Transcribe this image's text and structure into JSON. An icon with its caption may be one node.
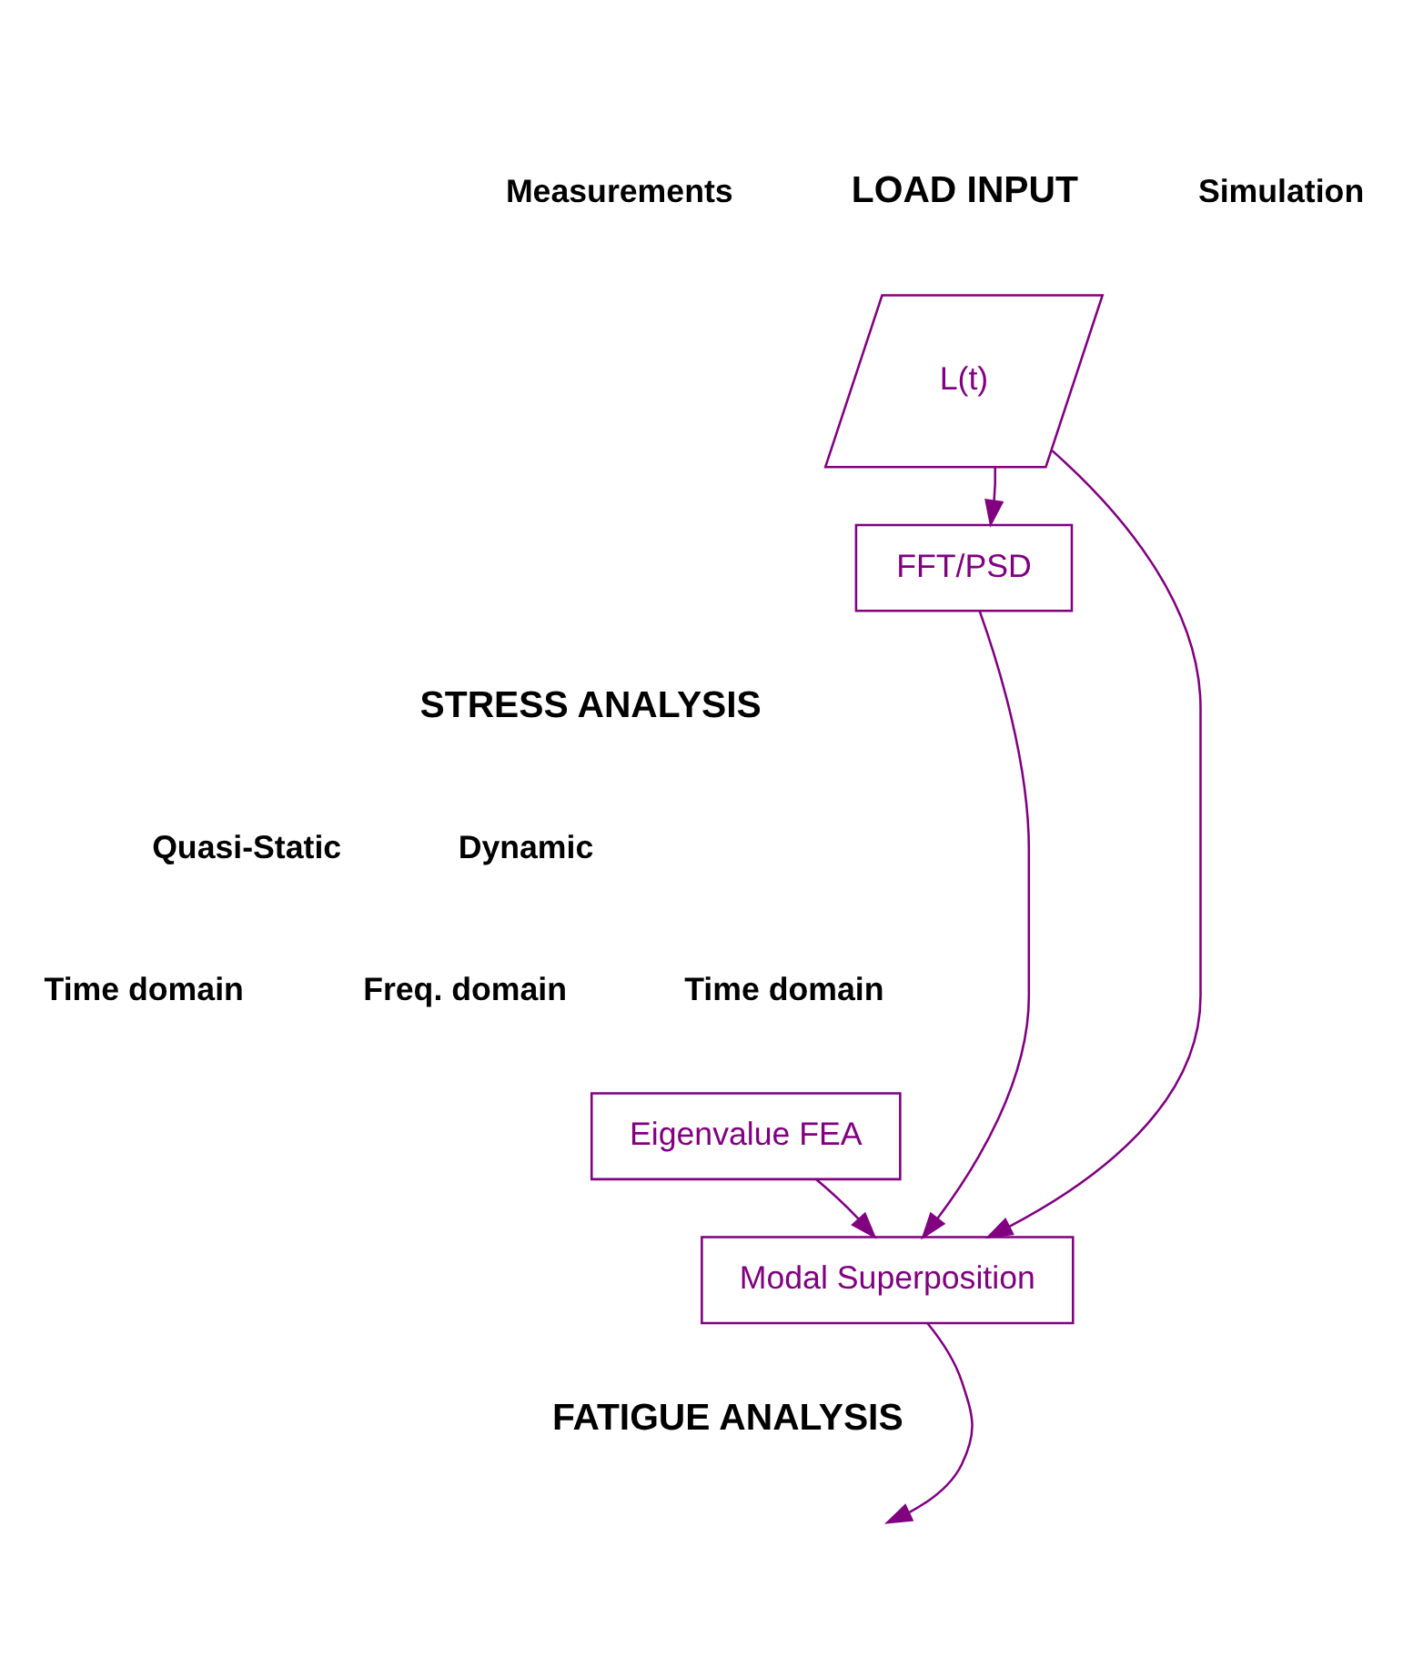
{
  "diagram": {
    "nodes": [
      {
        "text": [
          "L(t)"
        ]
      },
      {
        "text": [
          "FFT/PSD"
        ]
      },
      {
        "text": [
          "Eigenvalue FEA"
        ]
      },
      {
        "text": [
          "Modal Superposition"
        ]
      }
    ],
    "edges": [
      {
        "from": 0,
        "to": 1,
        "arrow": "to"
      },
      {
        "from": 1,
        "to": 3,
        "arrow": "to"
      },
      {
        "from": 0,
        "to": 3,
        "arrow": "to"
      },
      {
        "from": 2,
        "to": 3,
        "arrow": "to"
      },
      {
        "from": 3,
        "to": null,
        "arrow": "to"
      }
    ],
    "labels": [
      "Measurements",
      "LOAD INPUT",
      "Simulation",
      "STRESS ANALYSIS",
      "Quasi-Static",
      "Dynamic",
      "Time domain",
      "Freq. domain",
      "Time domain",
      "FATIGUE ANALYSIS"
    ]
  }
}
